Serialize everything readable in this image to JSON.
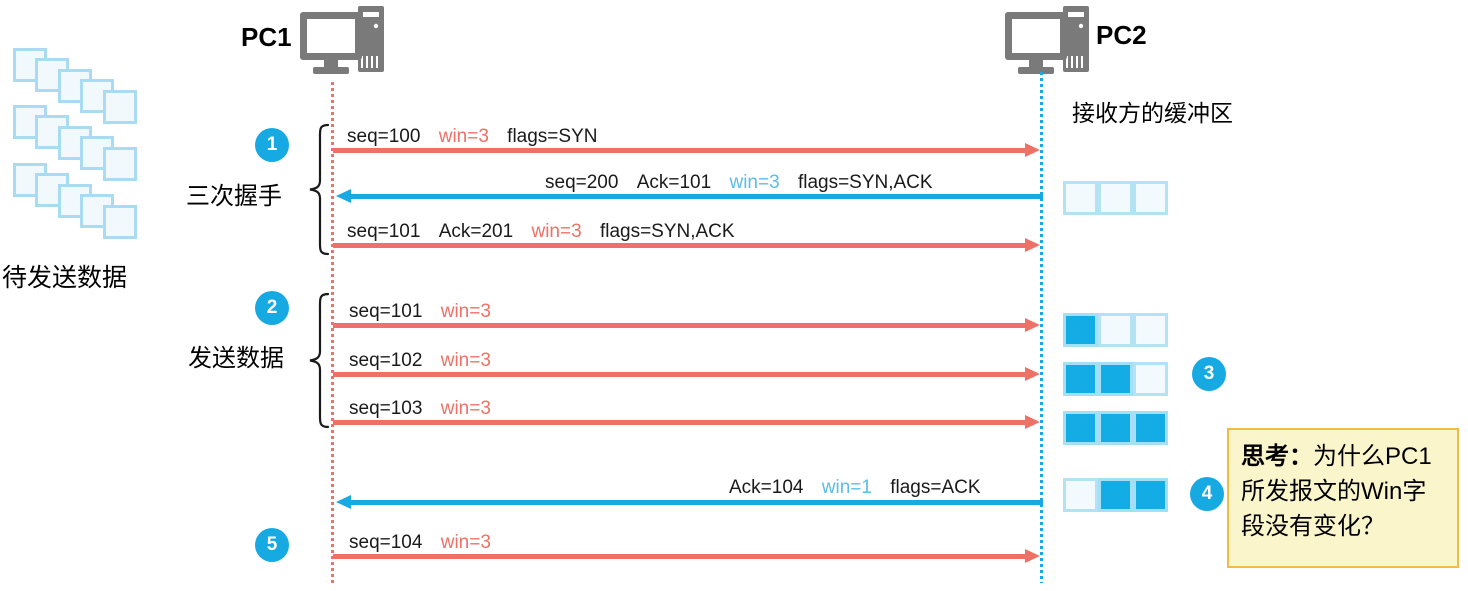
{
  "hosts": {
    "pc1": "PC1",
    "pc2": "PC2"
  },
  "labels": {
    "pending_data": "待发送数据",
    "receiver_buffer": "接收方的缓冲区",
    "handshake": "三次握手",
    "send_data": "发送数据"
  },
  "badges": [
    "1",
    "2",
    "3",
    "4",
    "5"
  ],
  "messages": [
    {
      "segs": [
        {
          "t": "seq=100",
          "c": "dark"
        },
        {
          "t": "win=3",
          "c": "red"
        },
        {
          "t": "flags=SYN",
          "c": "dark"
        }
      ]
    },
    {
      "segs": [
        {
          "t": "seq=200",
          "c": "dark"
        },
        {
          "t": "Ack=101",
          "c": "dark"
        },
        {
          "t": "win=3",
          "c": "blue"
        },
        {
          "t": "flags=SYN,ACK",
          "c": "dark"
        }
      ]
    },
    {
      "segs": [
        {
          "t": "seq=101",
          "c": "dark"
        },
        {
          "t": "Ack=201",
          "c": "dark"
        },
        {
          "t": "win=3",
          "c": "red"
        },
        {
          "t": "flags=SYN,ACK",
          "c": "dark"
        }
      ]
    },
    {
      "segs": [
        {
          "t": "seq=101",
          "c": "dark"
        },
        {
          "t": "win=3",
          "c": "red"
        }
      ]
    },
    {
      "segs": [
        {
          "t": "seq=102",
          "c": "dark"
        },
        {
          "t": "win=3",
          "c": "red"
        }
      ]
    },
    {
      "segs": [
        {
          "t": "seq=103",
          "c": "dark"
        },
        {
          "t": "win=3",
          "c": "red"
        }
      ]
    },
    {
      "segs": [
        {
          "t": "Ack=104",
          "c": "dark"
        },
        {
          "t": "win=1",
          "c": "blue"
        },
        {
          "t": "flags=ACK",
          "c": "dark"
        }
      ]
    },
    {
      "segs": [
        {
          "t": "seq=104",
          "c": "dark"
        },
        {
          "t": "win=3",
          "c": "red"
        }
      ]
    }
  ],
  "buffers": [
    [
      "empty",
      "empty",
      "empty"
    ],
    [
      "filled",
      "empty",
      "empty"
    ],
    [
      "filled",
      "filled",
      "empty"
    ],
    [
      "filled",
      "filled",
      "filled"
    ],
    [
      "empty",
      "filled",
      "filled"
    ]
  ],
  "note": {
    "title": "思考：",
    "body": "为什么PC1所发报文的Win字段没有变化？"
  },
  "colors": {
    "arrow_red": "#ED7166",
    "arrow_blue": "#16A9E2",
    "win_text_blue": "#5BBDE8",
    "buffer_filled": "#14ACE4",
    "note_bg": "#FBF5CC",
    "note_border": "#EFBC45"
  }
}
